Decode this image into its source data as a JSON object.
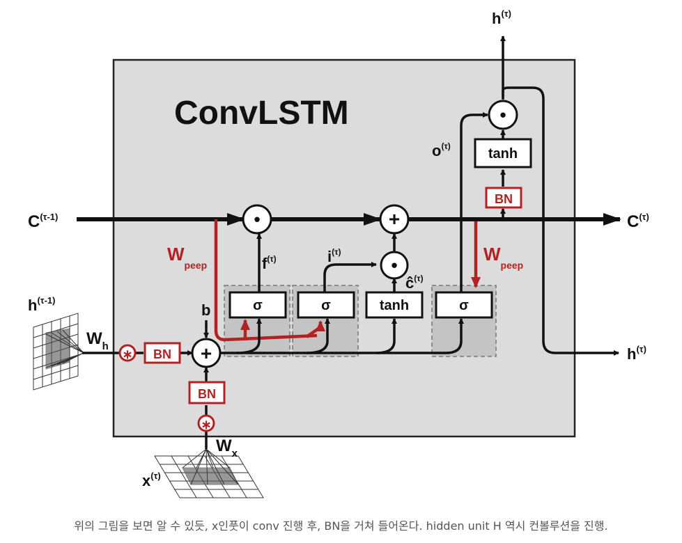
{
  "diagram": {
    "title": "ConvLSTM",
    "inputs": {
      "c_prev": "C",
      "c_prev_sup": "(τ-1)",
      "h_prev": "h",
      "h_prev_sup": "(τ-1)",
      "x": "x",
      "x_sup": "(τ)"
    },
    "outputs": {
      "c": "C",
      "c_sup": "(τ)",
      "h_right": "h",
      "h_right_sup": "(τ)",
      "h_top": "h",
      "h_top_sup": "(τ)"
    },
    "weights": {
      "wh": "W",
      "wh_sub": "h",
      "wx": "W",
      "wx_sub": "x",
      "wpeep": "W",
      "wpeep_sub": "peep"
    },
    "bias": "b",
    "gates": {
      "sigma": "σ",
      "tanh": "tanh",
      "bn": "BN"
    },
    "gate_labels": {
      "f": "f",
      "i": "i",
      "o": "o",
      "chat": "ĉ",
      "sup": "(τ)"
    },
    "ops": {
      "mul": "•",
      "add": "+",
      "conv": "∗"
    },
    "colors": {
      "cell_bg": "#dcdcdc",
      "accent_red": "#b22222",
      "line": "#111111"
    }
  },
  "caption": "위의 그림을 보면 알 수 있듯, x인풋이 conv 진행 후, BN을 거쳐 들어온다. hidden unit H 역시 컨볼루션을 진행."
}
